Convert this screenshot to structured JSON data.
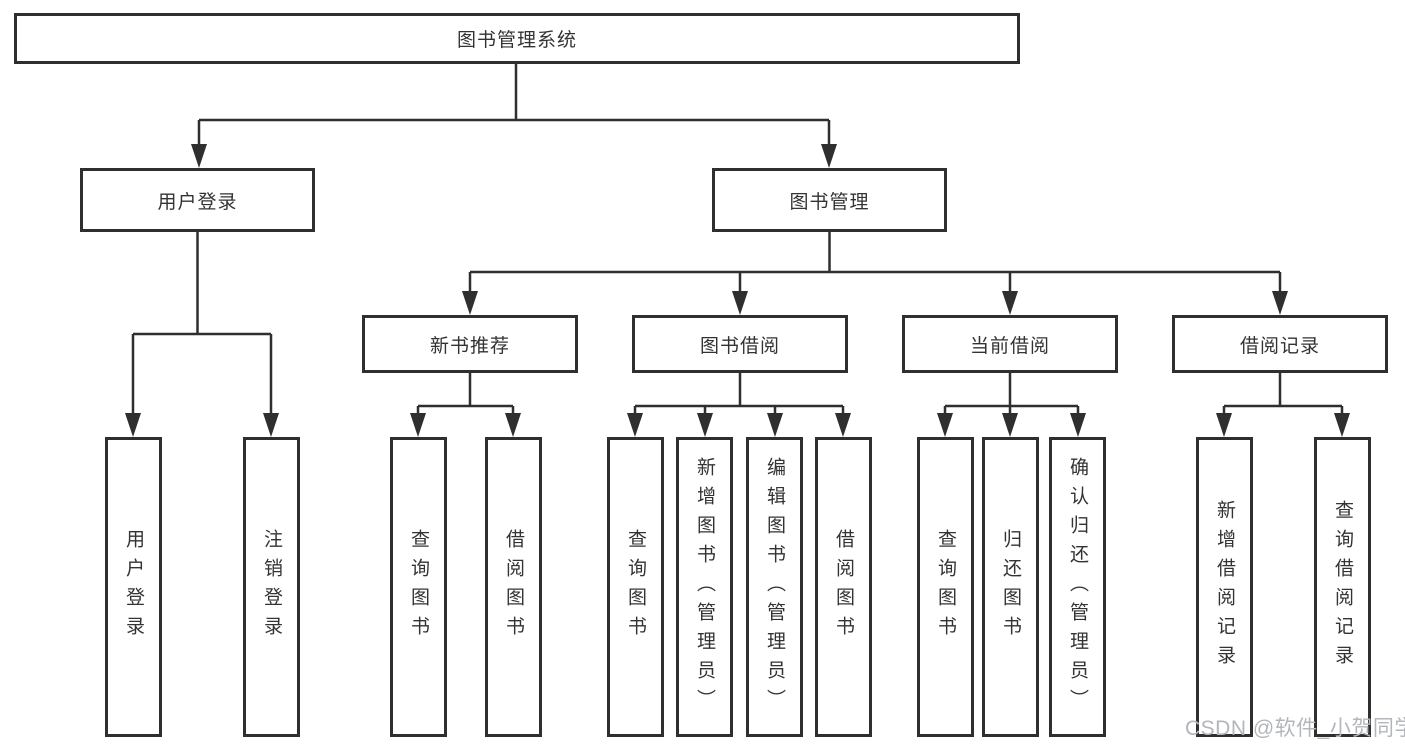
{
  "diagram_title": "图书管理系统",
  "nodes": {
    "root": "图书管理系统",
    "user_login": "用户登录",
    "book_mgmt": "图书管理",
    "new_book_rec": "新书推荐",
    "book_borrow": "图书借阅",
    "current_borrow": "当前借阅",
    "borrow_records": "借阅记录",
    "leaf_user_login": "用户登录",
    "leaf_logout": "注销登录",
    "leaf_query_book_a": "查询图书",
    "leaf_borrow_book_a": "借阅图书",
    "leaf_query_book_b": "查询图书",
    "leaf_add_book_admin": "新增图书（管理员）",
    "leaf_edit_book_admin": "编辑图书（管理员）",
    "leaf_borrow_book_b": "借阅图书",
    "leaf_query_book_c": "查询图书",
    "leaf_return_book": "归还图书",
    "leaf_confirm_return_admin": "确认归还（管理员）",
    "leaf_add_borrow_record": "新增借阅记录",
    "leaf_query_borrow_record": "查询借阅记录"
  },
  "colors": {
    "line": "#2f2f2f",
    "text": "#333333",
    "watermark": "#b3b6ba",
    "background": "#ffffff"
  },
  "watermark": "CSDN @软件_小贺同学"
}
